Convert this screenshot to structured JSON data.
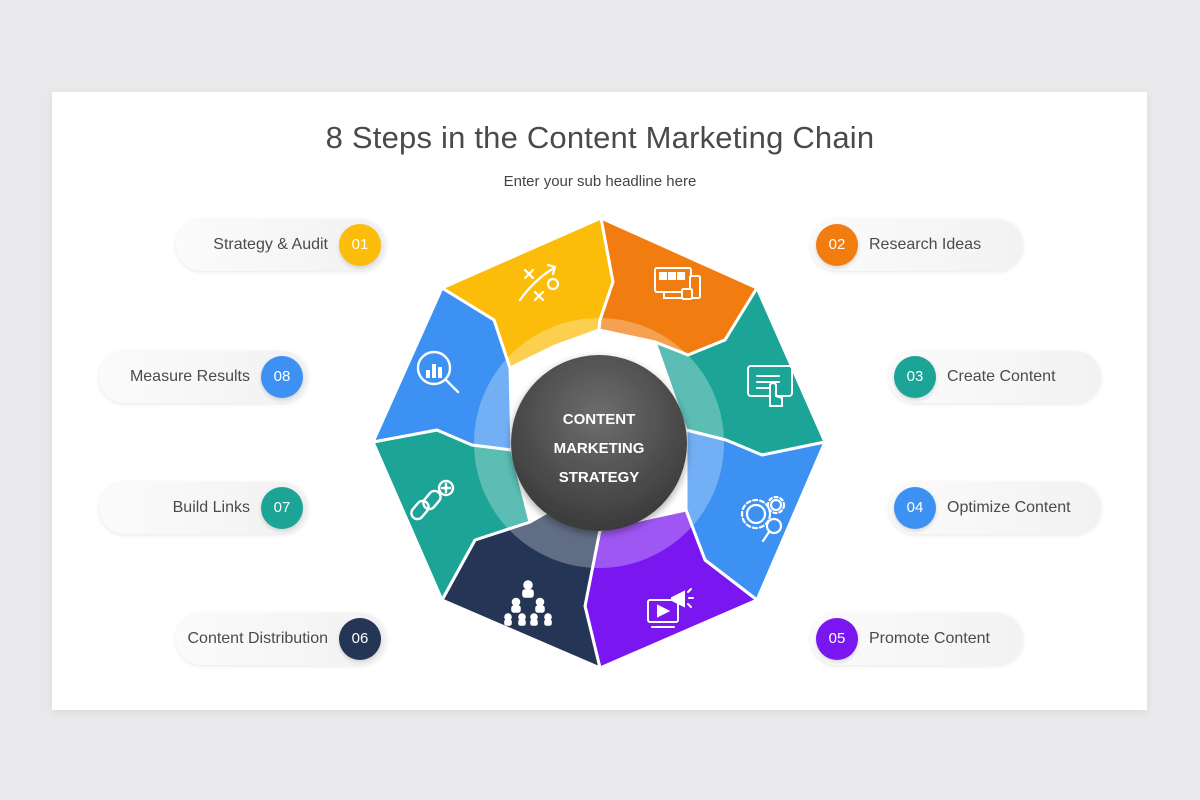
{
  "title": "8 Steps in the Content Marketing Chain",
  "subtitle": "Enter your sub headline here",
  "center": {
    "lines": [
      "CONTENT",
      "MARKETING",
      "STRATEGY"
    ]
  },
  "steps": [
    {
      "number": "01",
      "label": "Strategy & Audit",
      "color": "#fbbd0a",
      "icon": "strategy-plan-icon"
    },
    {
      "number": "02",
      "label": "Research Ideas",
      "color": "#f17d10",
      "icon": "dashboard-monitor-icon"
    },
    {
      "number": "03",
      "label": "Create Content",
      "color": "#1ca496",
      "icon": "tablet-touch-icon"
    },
    {
      "number": "04",
      "label": "Optimize Content",
      "color": "#3d91f2",
      "icon": "gears-search-icon"
    },
    {
      "number": "05",
      "label": "Promote Content",
      "color": "#7a17f0",
      "icon": "video-megaphone-icon"
    },
    {
      "number": "06",
      "label": "Content Distribution",
      "color": "#253555",
      "icon": "network-hierarchy-icon"
    },
    {
      "number": "07",
      "label": "Build Links",
      "color": "#1ca496",
      "icon": "link-add-icon"
    },
    {
      "number": "08",
      "label": "Measure Results",
      "color": "#3d91f2",
      "icon": "chart-magnifier-icon"
    }
  ]
}
